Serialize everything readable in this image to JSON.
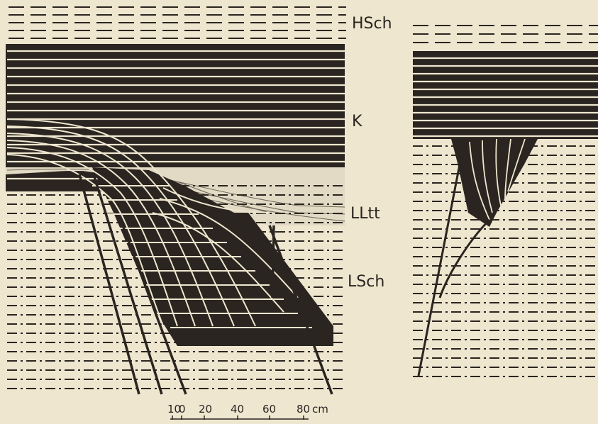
{
  "figure": {
    "labels": {
      "hsch": "HSch",
      "k": "K",
      "lltt": "LLtt",
      "lsch": "LSch"
    },
    "scale": {
      "ticks": [
        "10",
        "0",
        "20",
        "40",
        "60",
        "80"
      ],
      "unit": "cm"
    },
    "colors": {
      "paper": "#efe6cf",
      "ink": "#2a2520",
      "light_bed": "#e2dac4"
    }
  }
}
